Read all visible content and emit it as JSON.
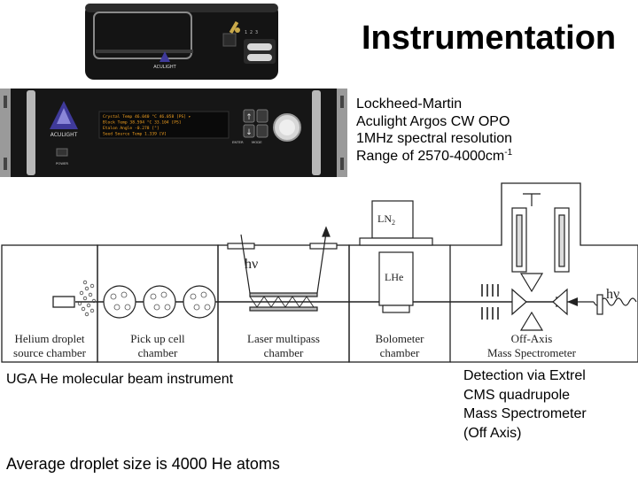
{
  "title": "Instrumentation",
  "laser_specs": {
    "line1": "Lockheed-Martin",
    "line2": "Aculight Argos CW OPO",
    "line3": "1MHz spectral resolution",
    "line4_prefix": "Range of 2570-4000cm",
    "line4_superscript": "-1"
  },
  "photo": {
    "brand_top": "ACULIGHT",
    "brand_front": "ACULIGHT",
    "power_label": "POWER",
    "enter_label": "ENTER",
    "mode_label": "MODE",
    "display_lines": [
      "Crystal Temp    46.040 °C    46.058 [PS] ▸",
      "Block Temp      38.594 °C    33.104 [PS]",
      "Etalon Angle              -0.278 [°]",
      "Seed Source Temp          1.339 [V]"
    ],
    "colors": {
      "chassis": "#151515",
      "lcd": "#f2a020"
    }
  },
  "diagram": {
    "chambers": [
      {
        "line1": "Helium droplet",
        "line2": "source chamber"
      },
      {
        "line1": "Pick up cell",
        "line2": "chamber"
      },
      {
        "line1": "Laser multipass",
        "line2": "chamber"
      },
      {
        "line1": "Bolometer",
        "line2": "chamber"
      },
      {
        "line1": "Off-Axis",
        "line2": "Mass Spectrometer"
      }
    ],
    "hv_left": "hν",
    "hv_right": "hν",
    "ln2_base": "LN",
    "ln2_sub": "2",
    "lhe": "LHe"
  },
  "caption_left": "UGA He molecular beam instrument",
  "caption_bottom": "Average droplet size is 4000 He atoms",
  "detection": {
    "line1": "Detection via Extrel",
    "line2": "CMS quadrupole",
    "line3": "Mass Spectrometer",
    "line4": "(Off Axis)"
  }
}
